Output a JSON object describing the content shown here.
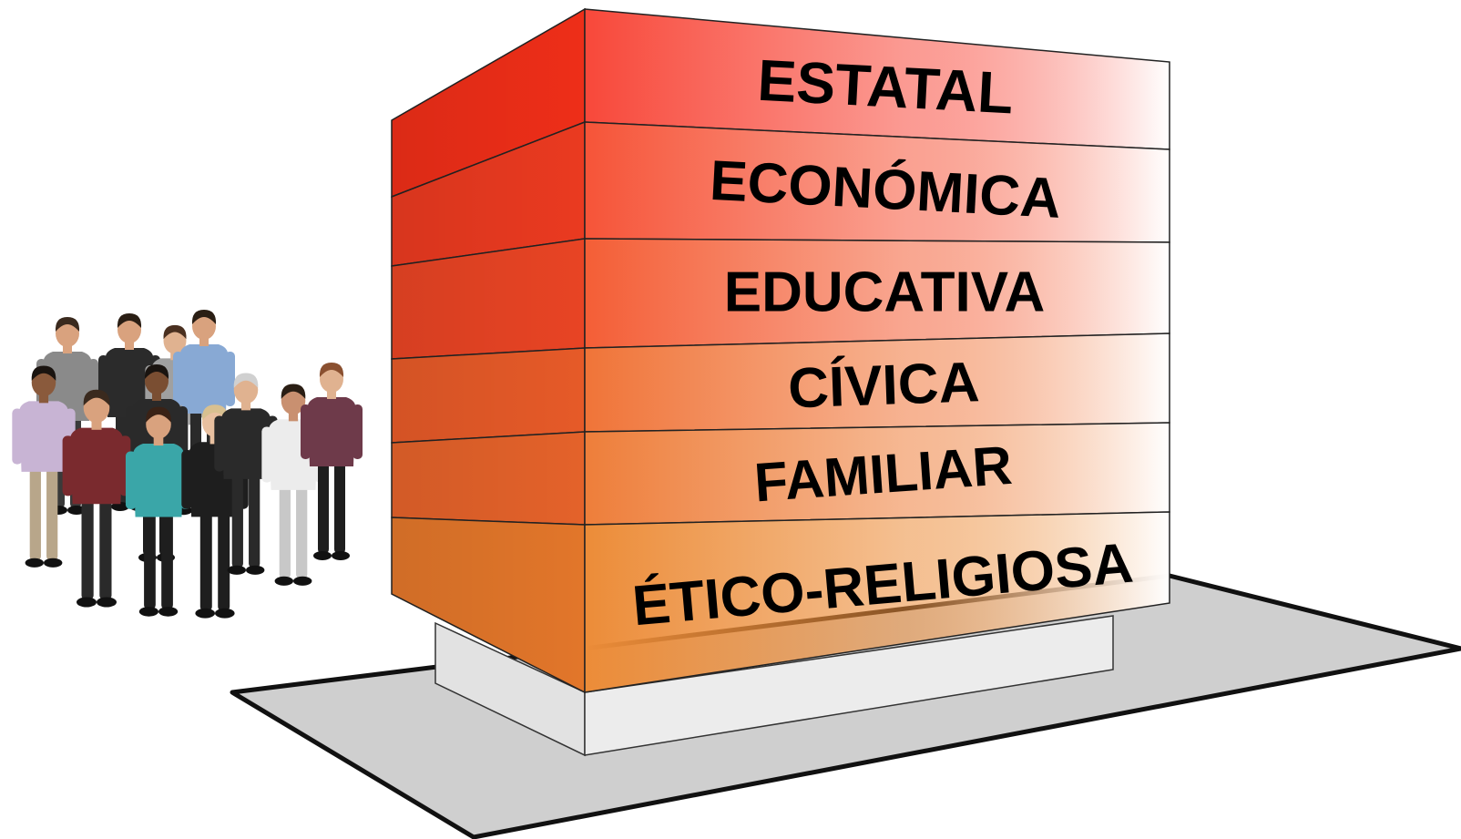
{
  "layers": [
    {
      "label": "ESTATAL",
      "front_color": "#f8483a",
      "side_color": "#ee2e18"
    },
    {
      "label": "ECONÓMICA",
      "front_color": "#f65438",
      "side_color": "#ea3a20"
    },
    {
      "label": "EDUCATIVA",
      "front_color": "#f45e36",
      "side_color": "#e84424"
    },
    {
      "label": "CÍVICA",
      "front_color": "#f07438",
      "side_color": "#e65a28"
    },
    {
      "label": "FAMILIAR",
      "front_color": "#ee7e3a",
      "side_color": "#e4622a"
    },
    {
      "label": "ÉTICO-RELIGIOSA",
      "front_color": "#ec8c38",
      "side_color": "#e2762a"
    }
  ],
  "people": [
    {
      "shirt": "#8a8a8a",
      "skin": "#d9a27e",
      "hair": "#3a2a1e",
      "pants": "#3a3a3a"
    },
    {
      "shirt": "#2b2b2b",
      "skin": "#d9a27e",
      "hair": "#2a1e14",
      "pants": "#2a2a2a"
    },
    {
      "shirt": "#a0a0a0",
      "skin": "#e0b290",
      "hair": "#4a3020",
      "pants": "#3a3a3a"
    },
    {
      "shirt": "#88a9d4",
      "skin": "#d9a27e",
      "hair": "#2a1e14",
      "pants": "#2a2a2a"
    },
    {
      "shirt": "#2a2a2a",
      "skin": "#7a4e32",
      "hair": "#1a1410",
      "pants": "#1e1e1e"
    },
    {
      "shirt": "#c8b4d4",
      "skin": "#8a5a3c",
      "hair": "#1a1410",
      "pants": "#b8a68a"
    },
    {
      "shirt": "#7a2a2e",
      "skin": "#d9a27e",
      "hair": "#3a2a1e",
      "pants": "#2a2a2a"
    },
    {
      "shirt": "#3aa6a8",
      "skin": "#d9a27e",
      "hair": "#3a2216",
      "pants": "#1e1e1e"
    },
    {
      "shirt": "#1e1e1e",
      "skin": "#e8c0a0",
      "hair": "#d8c090",
      "pants": "#1e1e1e"
    },
    {
      "shirt": "#2a2a2a",
      "skin": "#e0b290",
      "hair": "#d0d0d0",
      "pants": "#2a2a2a"
    },
    {
      "shirt": "#ececec",
      "skin": "#c99070",
      "hair": "#2a1e14",
      "pants": "#c8c8c8"
    },
    {
      "shirt": "#6e3a4a",
      "skin": "#e0b290",
      "hair": "#8a5030",
      "pants": "#1e1e1e"
    }
  ]
}
